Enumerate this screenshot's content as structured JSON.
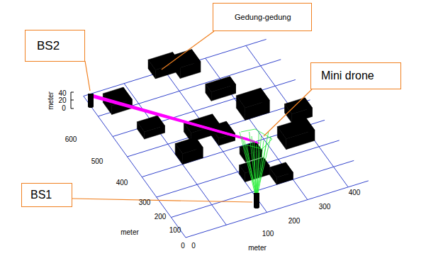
{
  "diagram": {
    "nodes": [
      {
        "text": [
          "Gedung-gedung"
        ]
      },
      {
        "text": [
          "BS2"
        ]
      },
      {
        "text": [
          "Mini drone"
        ]
      },
      {
        "text": [
          "BS1"
        ]
      }
    ],
    "labels": [
      "40",
      "20",
      "0",
      "meter",
      "600",
      "500",
      "400",
      "300",
      "200",
      "100",
      "0",
      "meter",
      "0",
      "100",
      "200",
      "300",
      "400",
      "meter"
    ]
  }
}
